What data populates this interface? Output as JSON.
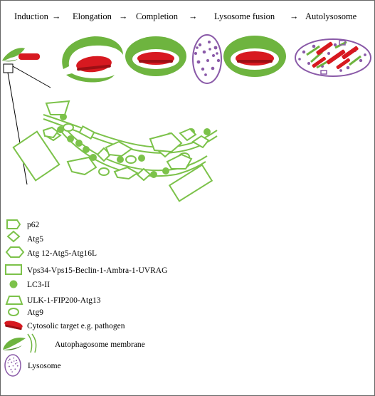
{
  "stages": [
    {
      "label": "Induction"
    },
    {
      "label": "Elongation"
    },
    {
      "label": "Completion"
    },
    {
      "label": "Lysosome fusion"
    },
    {
      "label": "Autolysosome"
    }
  ],
  "arrow_glyph": "→",
  "legend": {
    "p62": "p62",
    "atg5": "Atg5",
    "atg12": "Atg 12-Atg5-Atg16L",
    "vps34": "Vps34-Vps15-Beclin-1-Ambra-1-UVRAG",
    "lc3": "LC3-II",
    "ulk": "ULK-1-FIP200-Atg13",
    "atg9": "Atg9",
    "target": "Cytosolic target e.g. pathogen",
    "membrane": "Autophagosome membrane",
    "lysosome": "Lysosome"
  },
  "colors": {
    "membrane": "#6eb43f",
    "membrane_dark": "#4e8a2a",
    "outline": "#7cc24a",
    "target": "#d71920",
    "target_dark": "#9c0f14",
    "lysosome": "#8a5aa8",
    "zoom_line": "#000000"
  }
}
